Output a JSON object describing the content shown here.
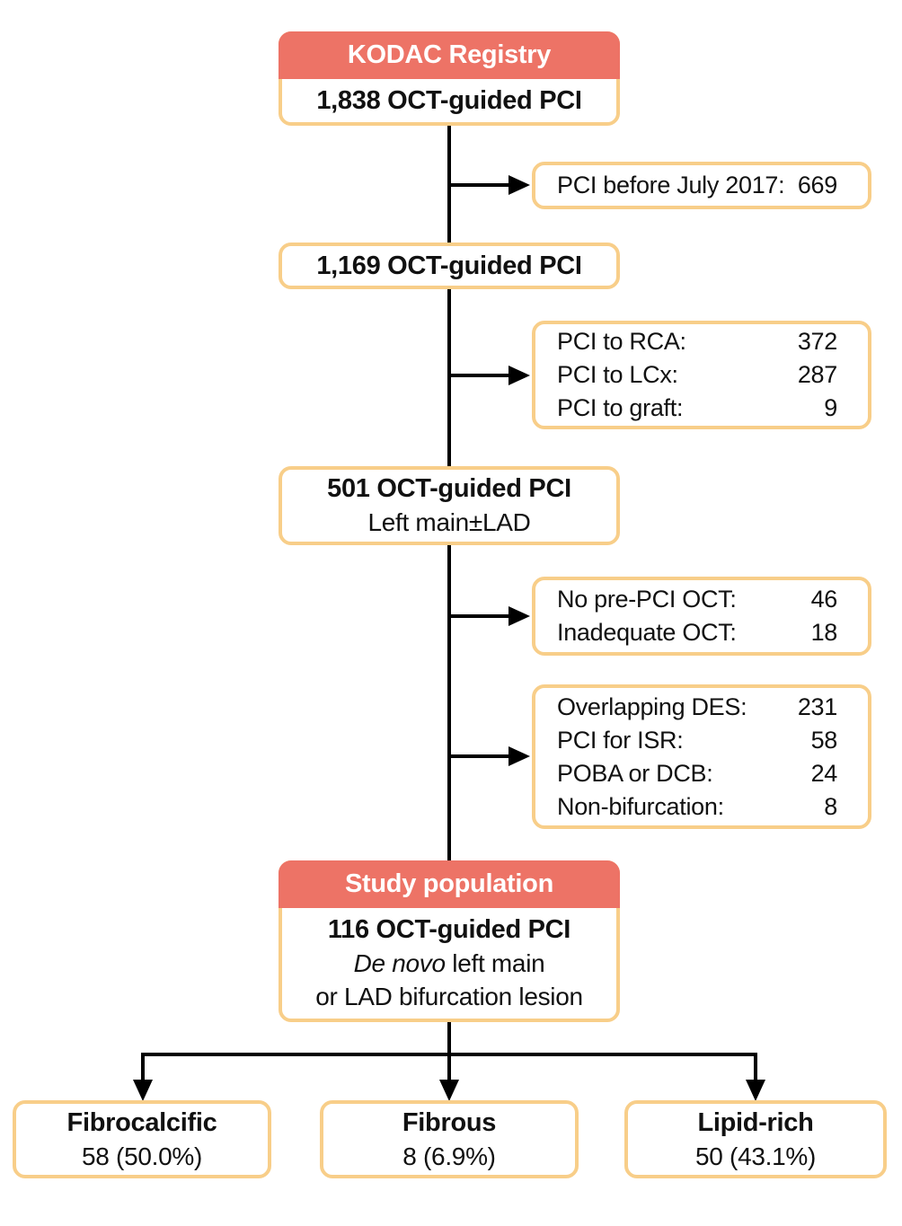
{
  "colors": {
    "header_red": "#ED7366",
    "border_yellow": "#F8CE89",
    "text_black": "#111111",
    "connector_black": "#000000"
  },
  "main_flow": {
    "kodac": {
      "header": "KODAC Registry",
      "count_line": "1,838 OCT-guided PCI"
    },
    "oct_1169": {
      "count_line": "1,169 OCT-guided PCI"
    },
    "oct_501": {
      "count_line": "501 OCT-guided PCI",
      "subtitle": "Left main±LAD"
    },
    "study_population": {
      "header": "Study population",
      "count_line": "116 OCT-guided PCI",
      "subtitle_italic": "De novo",
      "subtitle_rest": " left main",
      "subtitle_line2": "or LAD bifurcation lesion"
    }
  },
  "exclusions": [
    {
      "rows": [
        {
          "label": "PCI before July 2017:",
          "value": "669"
        }
      ]
    },
    {
      "rows": [
        {
          "label": "PCI to RCA:",
          "value": "372"
        },
        {
          "label": "PCI to LCx:",
          "value": "287"
        },
        {
          "label": "PCI to graft:",
          "value": "9"
        }
      ]
    },
    {
      "rows": [
        {
          "label": "No pre-PCI OCT:",
          "value": "46"
        },
        {
          "label": "Inadequate OCT:",
          "value": "18"
        }
      ]
    },
    {
      "rows": [
        {
          "label": "Overlapping DES:",
          "value": "231"
        },
        {
          "label": "PCI for ISR:",
          "value": "58"
        },
        {
          "label": "POBA or DCB:",
          "value": "24"
        },
        {
          "label": "Non-bifurcation:",
          "value": "8"
        }
      ]
    }
  ],
  "plaque_groups": [
    {
      "title": "Fibrocalcific",
      "value": "58 (50.0%)"
    },
    {
      "title": "Fibrous",
      "value": "8 (6.9%)"
    },
    {
      "title": "Lipid-rich",
      "value": "50 (43.1%)"
    }
  ]
}
